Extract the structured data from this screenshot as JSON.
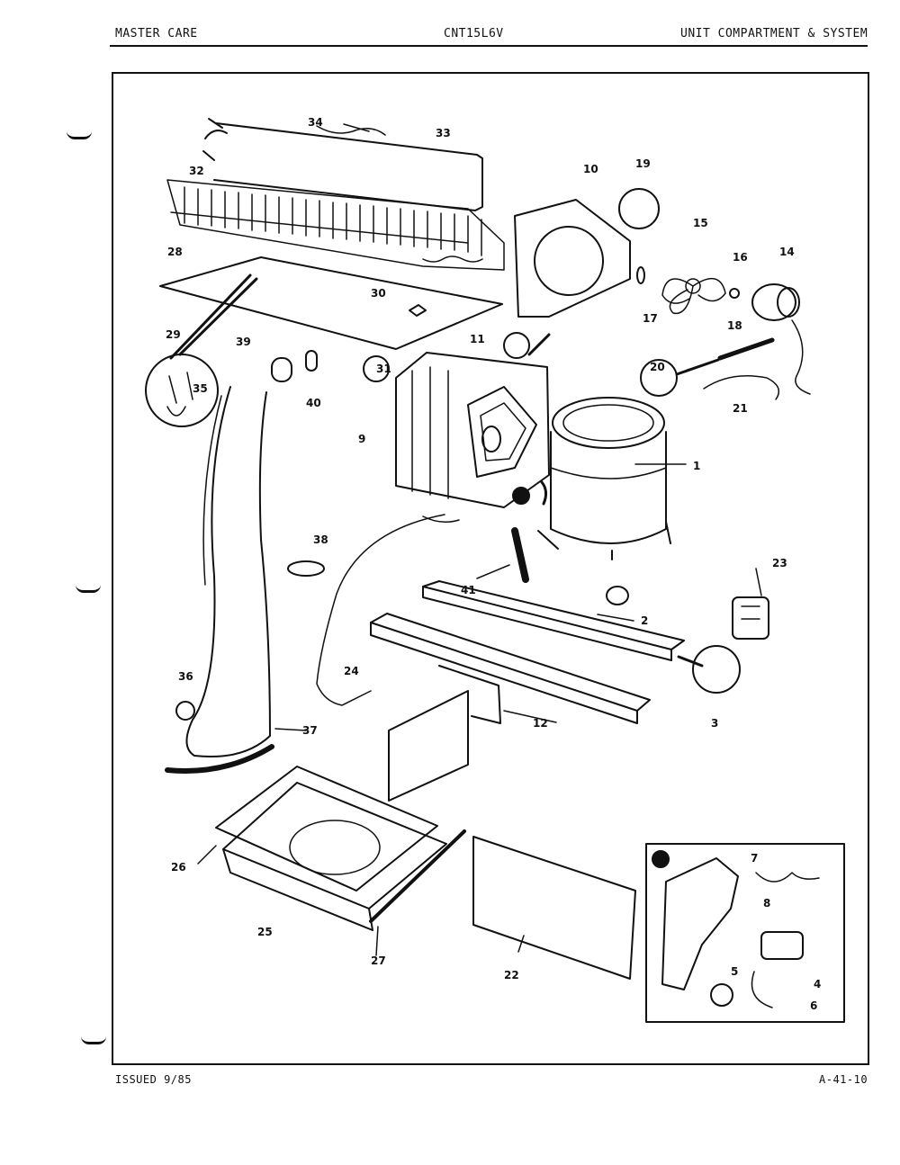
{
  "header": {
    "left": "MASTER CARE",
    "center": "CNT15L6V",
    "right": "UNIT COMPARTMENT & SYSTEM"
  },
  "footer": {
    "left": "ISSUED 9/85",
    "right": "A-41-10"
  },
  "callouts": {
    "c1": "1",
    "c2": "2",
    "c3": "3",
    "c4": "4",
    "c5": "5",
    "c6": "6",
    "c7": "7",
    "c8": "8",
    "c9": "9",
    "c10": "10",
    "c11": "11",
    "c12": "12",
    "c14": "14",
    "c15": "15",
    "c16": "16",
    "c17": "17",
    "c18": "18",
    "c19": "19",
    "c20": "20",
    "c21": "21",
    "c22": "22",
    "c23": "23",
    "c24": "24",
    "c25": "25",
    "c26": "26",
    "c27": "27",
    "c28": "28",
    "c29": "29",
    "c30": "30",
    "c31": "31",
    "c32": "32",
    "c33": "33",
    "c34": "34",
    "c35": "35",
    "c36": "36",
    "c37": "37",
    "c38": "38",
    "c39": "39",
    "c40": "40",
    "c41": "41"
  }
}
